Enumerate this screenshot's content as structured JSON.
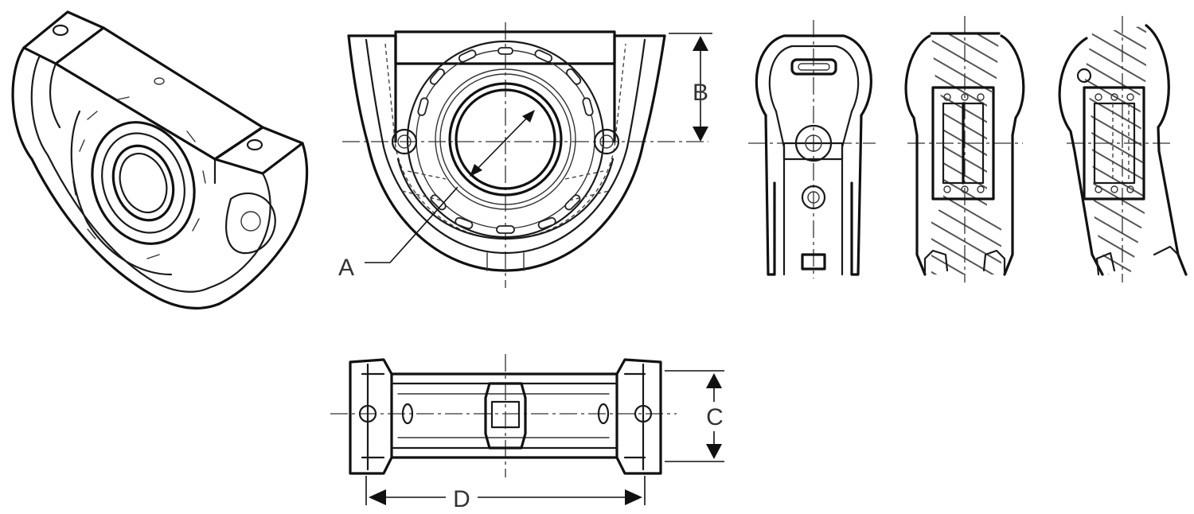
{
  "figure": {
    "dimension_labels": {
      "a": "A",
      "b": "B",
      "c": "C",
      "d": "D"
    }
  }
}
